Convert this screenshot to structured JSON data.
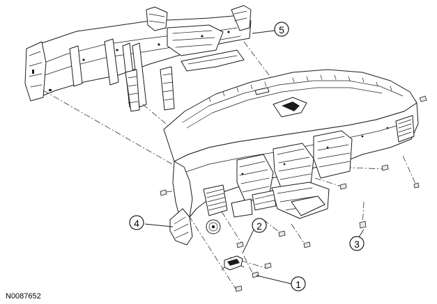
{
  "diagram": {
    "reference_code": "N0087652",
    "callouts": [
      {
        "id": "callout-1",
        "label": "1"
      },
      {
        "id": "callout-2",
        "label": "2"
      },
      {
        "id": "callout-3",
        "label": "3"
      },
      {
        "id": "callout-4",
        "label": "4"
      },
      {
        "id": "callout-5",
        "label": "5"
      }
    ]
  }
}
